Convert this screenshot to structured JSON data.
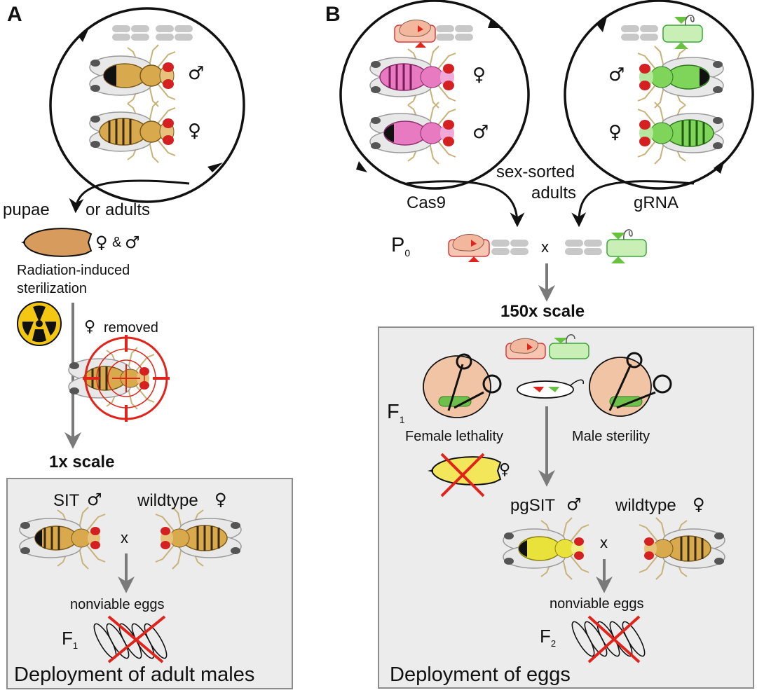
{
  "panels": {
    "a": {
      "letter": "A",
      "pupae_label": "pupae",
      "adults_label": "or adults",
      "female_symbol": "♀",
      "male_symbol": "♂",
      "amp": "&",
      "radiation_line1": "Radiation-induced",
      "radiation_line2": "sterilization",
      "removed_label": "removed",
      "scale_label": "1x scale",
      "sit_label": "SIT",
      "wildtype_label": "wildtype",
      "cross": "x",
      "eggs_label": "nonviable eggs",
      "gen_letter": "F",
      "gen_sub": "1",
      "deployment": "Deployment of adult males"
    },
    "b": {
      "letter": "B",
      "female_symbol": "♀",
      "male_symbol": "♂",
      "sex_sorted_line1": "sex-sorted",
      "sex_sorted_line2": "adults",
      "cas9_label": "Cas9",
      "grna_label": "gRNA",
      "p_letter": "P",
      "p_sub": "0",
      "cross": "x",
      "scale_label": "150x scale",
      "f1_letter": "F",
      "f1_sub": "1",
      "female_lethality": "Female lethality",
      "male_sterility": "Male sterility",
      "pgsit_label": "pgSIT",
      "wildtype_label": "wildtype",
      "eggs_label": "nonviable eggs",
      "f2_letter": "F",
      "f2_sub": "2",
      "deployment": "Deployment of eggs"
    }
  },
  "colors": {
    "box_fill": "#ececec",
    "box_stroke": "#8c8c8c",
    "arrow_gray": "#7a7a7a",
    "wild_body": "#d9a94e",
    "cas9_body": "#e77ac0",
    "grna_body": "#7fd45a",
    "pgsit_body": "#e9e23a",
    "eye_red": "#d42020",
    "cross_red": "#e0241b",
    "target_red": "#e0241b",
    "pupa_brown": "#d79b5e",
    "pupa_yellow": "#f3e65a",
    "cas9_protein": "#f2b79c",
    "grna_green": "#69c23f",
    "radiation_yellow": "#f3c712"
  },
  "icons": [
    "radiation-icon",
    "target-icon",
    "scissors-icon",
    "egg-icon",
    "fly-icon",
    "pupa-icon",
    "chromosome-icon"
  ]
}
